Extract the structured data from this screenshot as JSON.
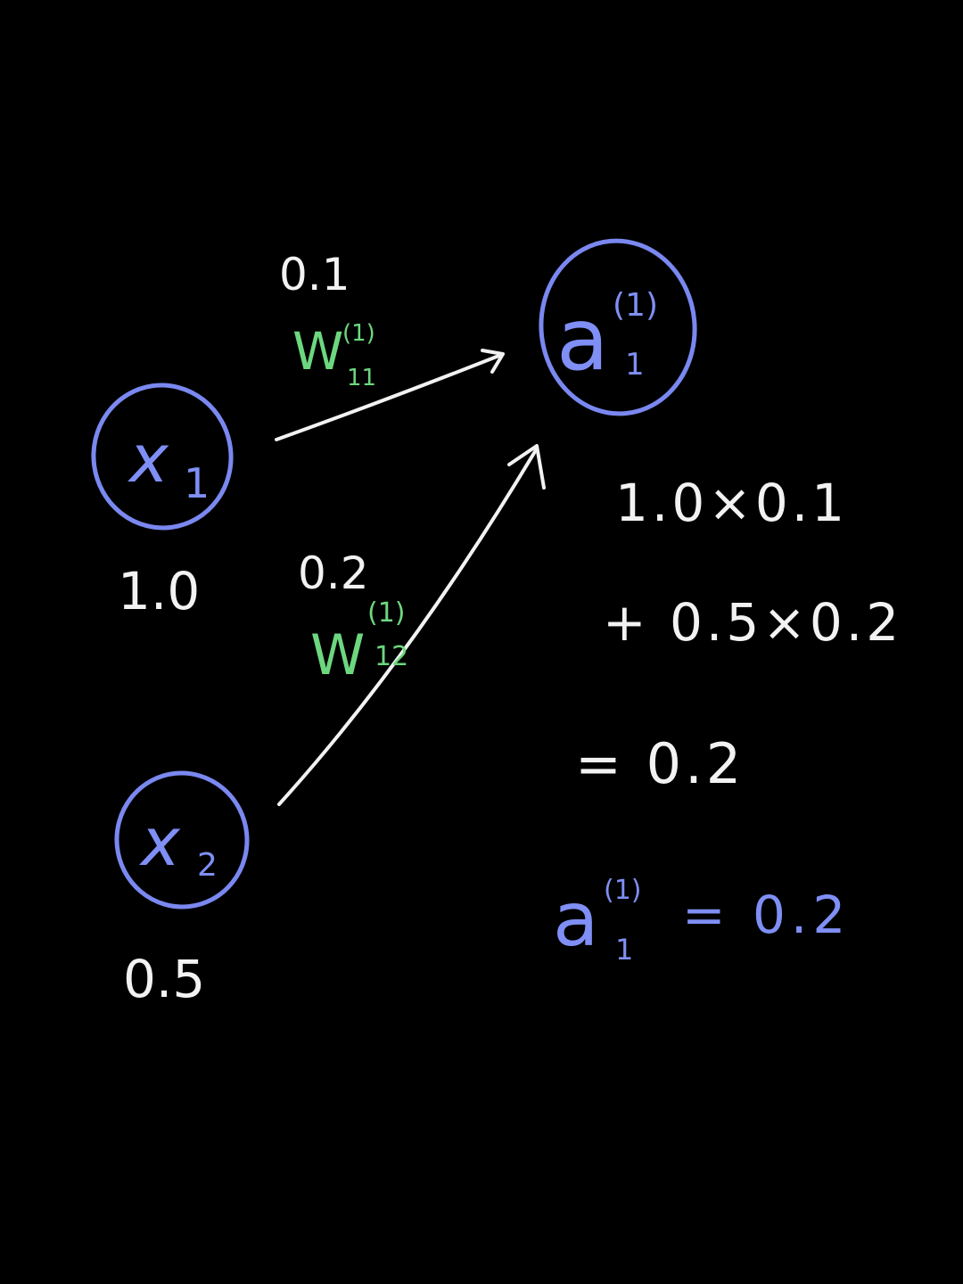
{
  "nodes": {
    "x1": {
      "label": "x",
      "sub": "1",
      "value": "1.0"
    },
    "x2": {
      "label": "x",
      "sub": "2",
      "value": "0.5"
    },
    "a1": {
      "label": "a",
      "sup": "(1)",
      "sub": "1"
    }
  },
  "edges": {
    "w11": {
      "value": "0.1",
      "label": "W",
      "sup": "(1)",
      "sub": "11"
    },
    "w12": {
      "value": "0.2",
      "label": "W",
      "sup": "(1)",
      "sub": "12"
    }
  },
  "computation": {
    "line1": "1.0×0.1",
    "line2": "+ 0.5×0.2",
    "line3": "= 0.2"
  },
  "result": {
    "label": "a",
    "sup": "(1)",
    "sub": "1",
    "value": "= 0.2"
  },
  "colors": {
    "background": "#000000",
    "node": "#7a88f0",
    "weight_label": "#6dd77f",
    "text": "#f2f2f2",
    "result": "#7f8ff5"
  }
}
